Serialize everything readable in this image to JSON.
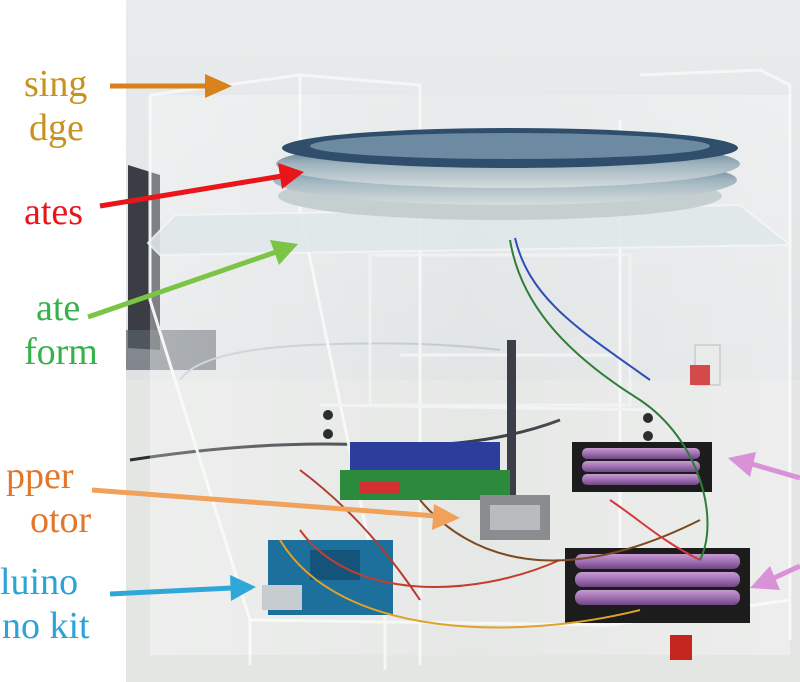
{
  "labels": {
    "casing": {
      "line1": "sing",
      "line2": "dge",
      "color": "#c8921e"
    },
    "plates": {
      "line1": "ates",
      "color": "#e8161b"
    },
    "plate_platform": {
      "line1": "ate",
      "line2": "form",
      "color": "#35b24a"
    },
    "stepper_motor": {
      "line1": "pper",
      "line2": "otor",
      "color": "#e2772a"
    },
    "arduino_kit": {
      "line1": "luino",
      "line2": "no kit",
      "color": "#2aa3d6"
    }
  },
  "arrow_colors": {
    "casing": "#d8821d",
    "plates": "#e8161b",
    "plate_platform": "#7cc446",
    "stepper_motor": "#f0a25a",
    "arduino_kit": "#2fa8d8",
    "battery": "#d992d8"
  }
}
